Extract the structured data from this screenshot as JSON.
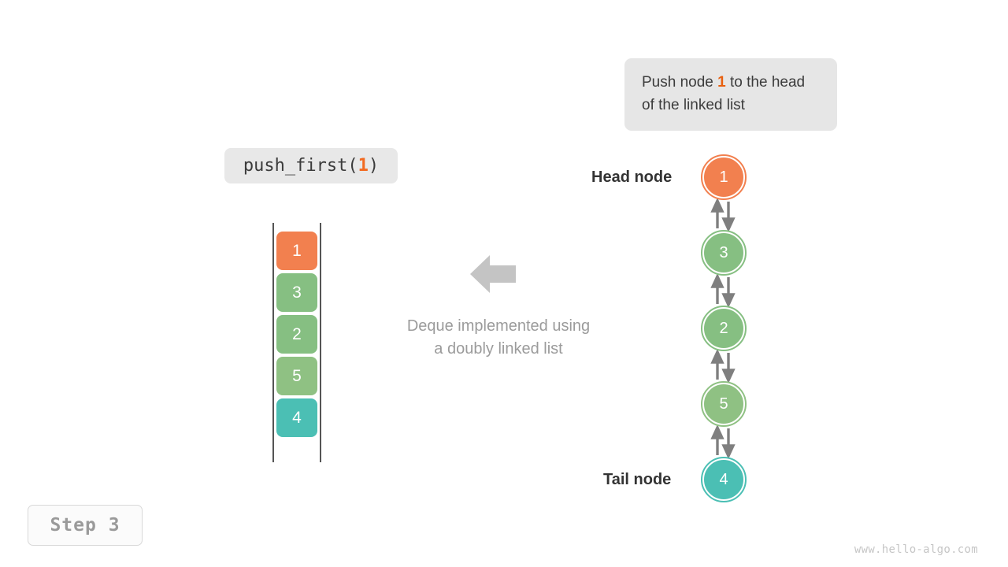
{
  "callout": {
    "prefix": "Push node ",
    "highlight": "1",
    "suffix": " to the head of the linked list"
  },
  "operation": {
    "name": "push_first(",
    "argument": "1",
    "close": ")"
  },
  "deque": {
    "cells": [
      {
        "value": "1",
        "color": "#f2804f"
      },
      {
        "value": "3",
        "color": "#86bf82"
      },
      {
        "value": "2",
        "color": "#86bf82"
      },
      {
        "value": "5",
        "color": "#8fc183"
      },
      {
        "value": "4",
        "color": "#4bbfb4"
      }
    ]
  },
  "middle": {
    "arrow_icon": "arrow-left-icon",
    "caption_line1": "Deque implemented using",
    "caption_line2": "a doubly linked list"
  },
  "linked_list": {
    "head_label": "Head node",
    "tail_label": "Tail node",
    "nodes": [
      {
        "value": "1",
        "color": "#f2804f"
      },
      {
        "value": "3",
        "color": "#86bf82"
      },
      {
        "value": "2",
        "color": "#86bf82"
      },
      {
        "value": "5",
        "color": "#8fc183"
      },
      {
        "value": "4",
        "color": "#4bbfb4"
      }
    ],
    "link_arrow_color": "#7f7f7f"
  },
  "step_badge": "Step 3",
  "watermark": "www.hello-algo.com",
  "colors": {
    "orange": "#f2804f",
    "orange_text": "#e8600f",
    "green": "#86bf82",
    "teal": "#4bbfb4",
    "gray_text": "#9b9b9b",
    "callout_bg": "#e6e6e6"
  }
}
